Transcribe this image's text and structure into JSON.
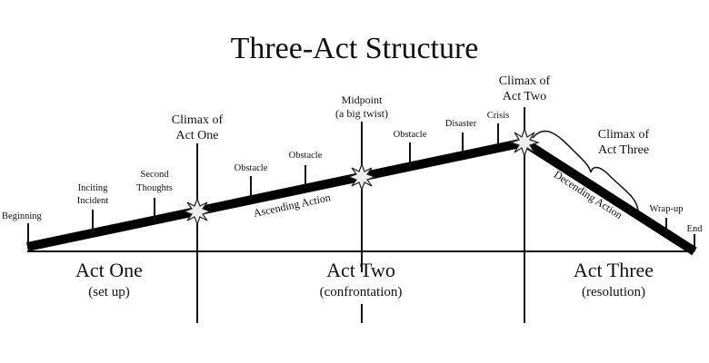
{
  "title": "Three-Act Structure",
  "beats": {
    "beginning": "Beginning",
    "inciting": [
      "Inciting",
      "Incident"
    ],
    "second_thoughts": [
      "Second",
      "Thoughts"
    ],
    "climax_one": [
      "Climax of",
      "Act One"
    ],
    "obstacle1": "Obstacle",
    "obstacle2": "Obstacle",
    "midpoint": [
      "Midpoint",
      "(a big twist)"
    ],
    "obstacle3": "Obstacle",
    "disaster": "Disaster",
    "crisis": "Crisis",
    "climax_two": [
      "Climax of",
      "Act Two"
    ],
    "climax_three": [
      "Climax of",
      "Act Three"
    ],
    "wrap_up": "Wrap-up",
    "end": "End"
  },
  "actions": {
    "ascending": "Ascending Action",
    "descending": "Decending Action"
  },
  "acts": [
    {
      "name": "Act One",
      "sub": "(set up)"
    },
    {
      "name": "Act Two",
      "sub": "(confrontation)"
    },
    {
      "name": "Act Three",
      "sub": "(resolution)"
    }
  ]
}
